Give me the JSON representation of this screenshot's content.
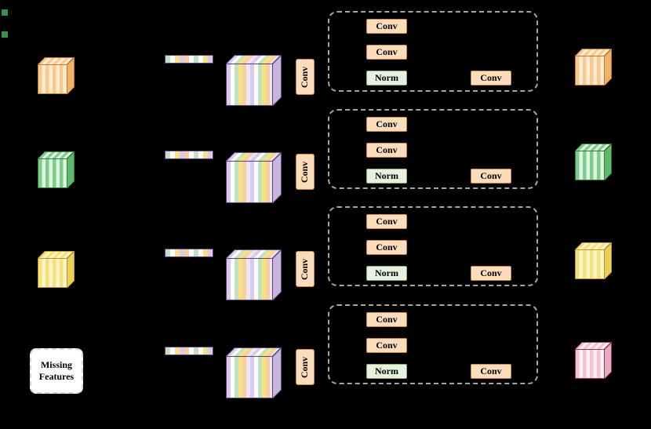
{
  "diagram": {
    "missing_box": {
      "line1": "Missing",
      "line2": "Features"
    },
    "rows": [
      {
        "encoder_conv": "Conv",
        "conv1": "Conv",
        "conv2": "Conv",
        "norm": "Norm",
        "out_conv": "Conv"
      },
      {
        "encoder_conv": "Conv",
        "conv1": "Conv",
        "conv2": "Conv",
        "norm": "Norm",
        "out_conv": "Conv"
      },
      {
        "encoder_conv": "Conv",
        "conv1": "Conv",
        "conv2": "Conv",
        "norm": "Norm",
        "out_conv": "Conv"
      },
      {
        "encoder_conv": "Conv",
        "conv1": "Conv",
        "conv2": "Conv",
        "norm": "Norm",
        "out_conv": "Conv"
      }
    ],
    "colors": {
      "background": "#000000",
      "conv_fill": "#FBDDBC",
      "conv_border": "#C8874B",
      "norm_fill": "#E7F2DE",
      "norm_border": "#8FAE7C",
      "dashed_border": "#A6A6A6",
      "block_border": "#5B3E7A",
      "orange_cube": "#F7C98E",
      "green_cube": "#7ECC8C",
      "yellow_cube": "#F5E07A",
      "pink_cube": "#F2C3D5",
      "edge_mark": "#3A8F4A"
    }
  }
}
